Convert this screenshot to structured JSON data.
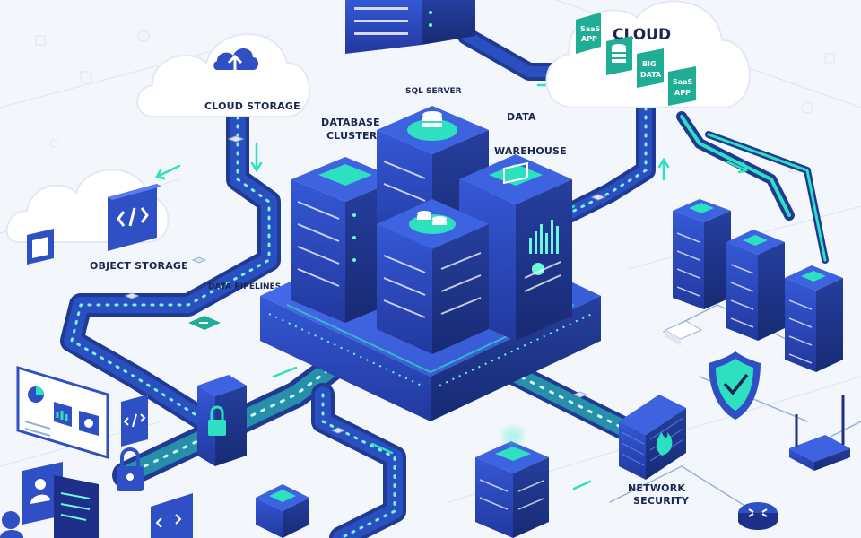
{
  "colors": {
    "background": "#f3f6fb",
    "navy": "#1b2552",
    "blue": "#2f4fc4",
    "blue_light": "#3d63e0",
    "blue_dark": "#1e2f8a",
    "teal": "#2de0c0",
    "teal_soft": "#a9f2e4",
    "cloud": "#ffffff",
    "grid_line": "#d7dfec"
  },
  "icons": [
    "cloud-upload-icon",
    "code-icon",
    "folder-icon",
    "database-icon",
    "monitor-icon",
    "lock-icon",
    "shield-check-icon",
    "firewall-icon",
    "flame-icon",
    "router-icon",
    "wifi-router-icon",
    "user-icon",
    "chart-icon"
  ],
  "labels": {
    "cloud_storage": "CLOUD STORAGE",
    "object_storage": "OBJECT STORAGE",
    "data_pipelines": "DATA PIPELINES",
    "database_cluster_1": "DATABASE",
    "database_cluster_2": "CLUSTER",
    "sql_server": "SQL SERVER",
    "data_warehouse_1": "DATA",
    "data_warehouse_2": "WAREHOUSE",
    "cloud": "CLOUD",
    "network_security_1": "NETWORK",
    "network_security_2": "SECURITY"
  },
  "cloud_apps": [
    {
      "line1": "SaaS",
      "line2": "APP"
    },
    {
      "line1": "BIG",
      "line2": "DATA"
    },
    {
      "line1": "SaaS",
      "line2": "APP"
    }
  ]
}
